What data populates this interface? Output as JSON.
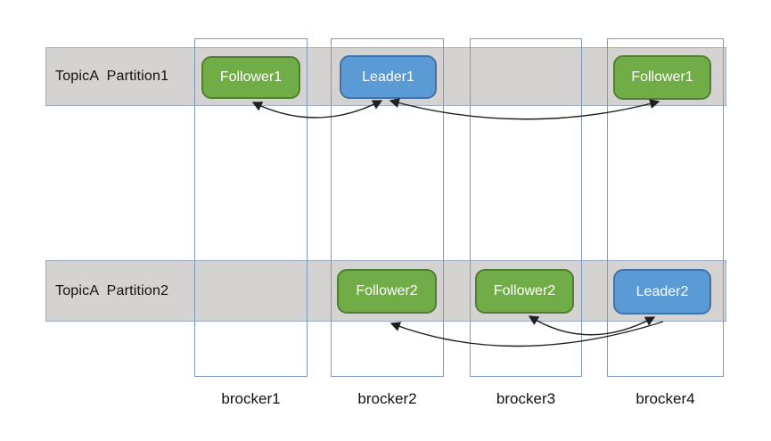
{
  "colors": {
    "leader_fill": "#5B9BD5",
    "leader_border": "#4472A8",
    "follower_fill": "#70AD47",
    "follower_border": "#507E32",
    "band_fill": "#D5D2D2",
    "band_border": "#9BABC2",
    "broker_border": "#7C9AC0",
    "arrow": "#1F1F1F"
  },
  "partitions": [
    {
      "label": "TopicA  Partition1"
    },
    {
      "label": "TopicA  Partition2"
    }
  ],
  "brokers": [
    {
      "label": "brocker1"
    },
    {
      "label": "brocker2"
    },
    {
      "label": "brocker3"
    },
    {
      "label": "brocker4"
    }
  ],
  "nodes": [
    {
      "label": "Follower1",
      "role": "follower",
      "partition": "TopicA Partition1",
      "broker": "brocker1"
    },
    {
      "label": "Leader1",
      "role": "leader",
      "partition": "TopicA Partition1",
      "broker": "brocker2"
    },
    {
      "label": "Follower1",
      "role": "follower",
      "partition": "TopicA Partition1",
      "broker": "brocker4"
    },
    {
      "label": "Follower2",
      "role": "follower",
      "partition": "TopicA Partition2",
      "broker": "brocker2"
    },
    {
      "label": "Follower2",
      "role": "follower",
      "partition": "TopicA Partition2",
      "broker": "brocker3"
    },
    {
      "label": "Leader2",
      "role": "leader",
      "partition": "TopicA Partition2",
      "broker": "brocker4"
    }
  ],
  "edges": [
    {
      "between": [
        "Leader1@brocker2",
        "Follower1@brocker1"
      ],
      "arrowheads": "both"
    },
    {
      "between": [
        "Leader1@brocker2",
        "Follower1@brocker4"
      ],
      "arrowheads": "both"
    },
    {
      "between": [
        "Leader2@brocker4",
        "Follower2@brocker3"
      ],
      "arrowheads": "both"
    },
    {
      "between": [
        "Leader2@brocker4",
        "Follower2@brocker2"
      ],
      "arrowheads": "follower-end"
    }
  ]
}
